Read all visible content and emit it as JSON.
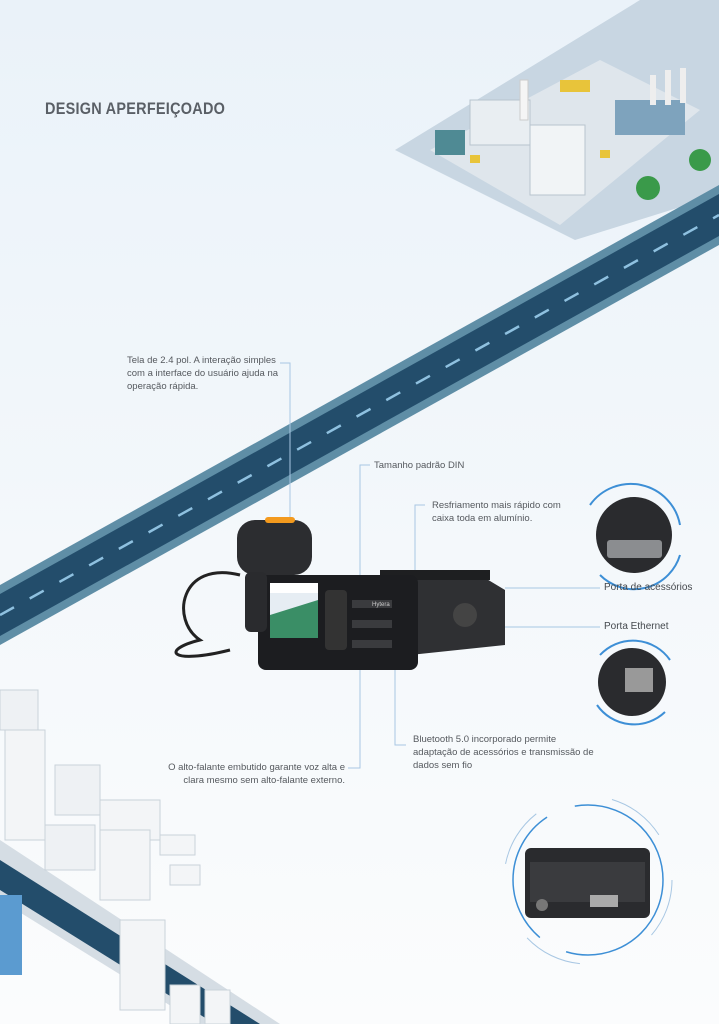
{
  "title": "DESIGN APERFEIÇOADO",
  "callouts": {
    "screen": "Tela de 2.4 pol. A interação simples com a interface do usuário  ajuda na operação rápida.",
    "din": "Tamanho padrão DIN",
    "cooling": "Resfriamento mais rápido com caixa toda em alumínio.",
    "speaker": "O alto-falante embutido garante voz alta e clara mesmo sem  alto-falante externo.",
    "bluetooth": "Bluetooth 5.0 incorporado permite adaptação de acessórios e transmissão de dados sem fio"
  },
  "ports": {
    "accessory": "Porta de acessórios",
    "ethernet": "Porta Ethernet"
  },
  "device": {
    "brand": "Hytera"
  },
  "colors": {
    "road": "#234d6b",
    "road_edge": "#5f8ea6",
    "accent": "#3d8fd6"
  }
}
